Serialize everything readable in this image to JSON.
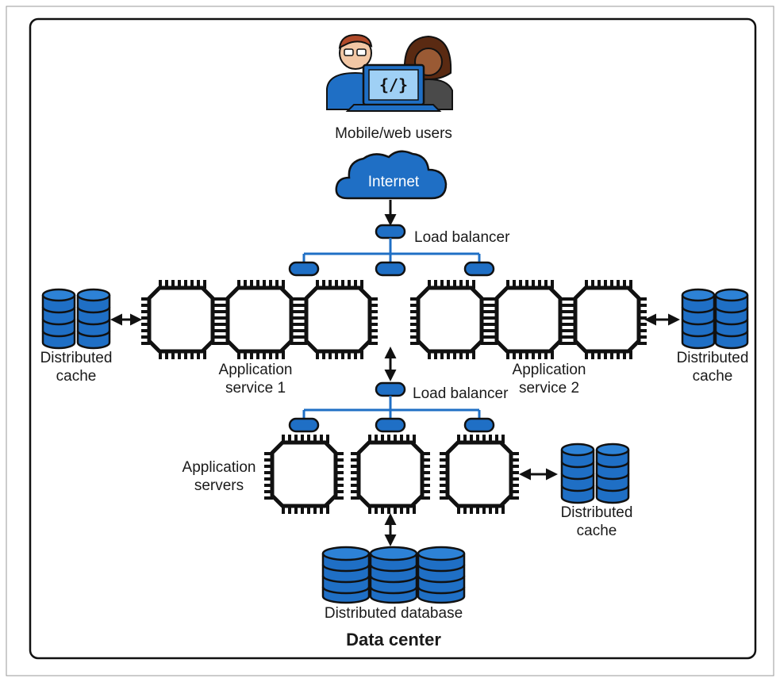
{
  "users": {
    "label": "Mobile/web users",
    "laptop_code": "{/}"
  },
  "internet": {
    "label": "Internet"
  },
  "load_balancer_top": {
    "label": "Load balancer"
  },
  "load_balancer_mid": {
    "label": "Load balancer"
  },
  "service1": {
    "line1": "Application",
    "line2": "service 1"
  },
  "service2": {
    "line1": "Application",
    "line2": "service 2"
  },
  "cache_left": {
    "line1": "Distributed",
    "line2": "cache"
  },
  "cache_right": {
    "line1": "Distributed",
    "line2": "cache"
  },
  "cache_bottom": {
    "line1": "Distributed",
    "line2": "cache"
  },
  "app_servers": {
    "line1": "Application",
    "line2": "servers"
  },
  "database": {
    "label": "Distributed database"
  },
  "container": {
    "label": "Data center"
  },
  "colors": {
    "blue": "#1f6fc5",
    "dark": "#111111",
    "light_blue": "#5fa8e6"
  }
}
